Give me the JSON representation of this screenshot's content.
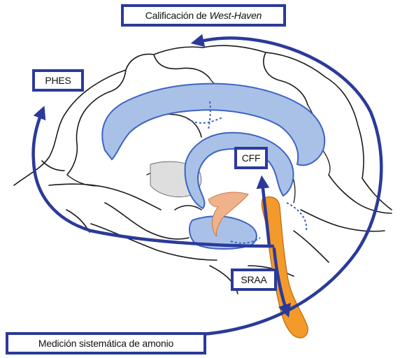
{
  "labels": {
    "west_haven_prefix": "Calificación de ",
    "west_haven_italic": "West-Haven",
    "phes": "PHES",
    "cff": "CFF",
    "sraa": "SRAA",
    "amonio": "Medición sistemática de amonio"
  },
  "colors": {
    "arrow": "#2b3a9a",
    "ventricle_fill": "#a9c1e6",
    "ventricle_stroke": "#3d63c4",
    "brainstem": "#f39a2a",
    "fornix": "#f0b28a",
    "ink": "#1a1a1a"
  },
  "icons": {
    "arrows": "arrow-icon",
    "brain": "brain-illustration"
  }
}
